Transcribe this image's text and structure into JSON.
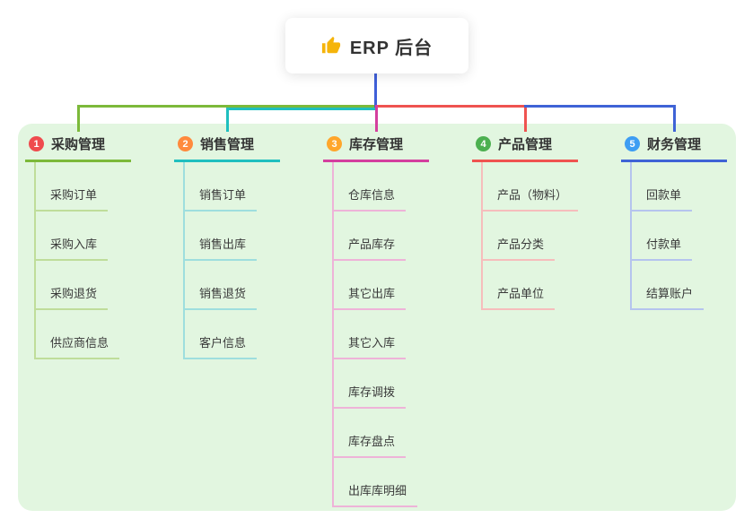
{
  "root": {
    "label": "ERP 后台",
    "icon": "thumbs-up",
    "icon_color": "#f5b40a"
  },
  "colors": {
    "canvas_bg": "#ffffff",
    "panel_bg": "#e2f6e0",
    "root_connector": "#3f5fd8",
    "text": "#333333"
  },
  "branches": [
    {
      "badge": "1",
      "label": "采购管理",
      "badge_color": "#ef4b4e",
      "line_color": "#7cb93a",
      "child_line_color": "#bfdd9a",
      "children": [
        "采购订单",
        "采购入库",
        "采购退货",
        "供应商信息"
      ]
    },
    {
      "badge": "2",
      "label": "销售管理",
      "badge_color": "#ff8a3d",
      "line_color": "#1fbfbf",
      "child_line_color": "#9edede",
      "children": [
        "销售订单",
        "销售出库",
        "销售退货",
        "客户信息"
      ]
    },
    {
      "badge": "3",
      "label": "库存管理",
      "badge_color": "#ffa62b",
      "line_color": "#d43f9e",
      "child_line_color": "#eeb3d8",
      "children": [
        "仓库信息",
        "产品库存",
        "其它出库",
        "其它入库",
        "库存调拨",
        "库存盘点",
        "出库库明细"
      ]
    },
    {
      "badge": "4",
      "label": "产品管理",
      "badge_color": "#4cb050",
      "line_color": "#ef5350",
      "child_line_color": "#f6bdbc",
      "children": [
        "产品（物料）",
        "产品分类",
        "产品单位"
      ]
    },
    {
      "badge": "5",
      "label": "财务管理",
      "badge_color": "#3d9df3",
      "line_color": "#3f63d6",
      "child_line_color": "#b5c4ee",
      "children": [
        "回款单",
        "付款单",
        "结算账户"
      ]
    }
  ]
}
